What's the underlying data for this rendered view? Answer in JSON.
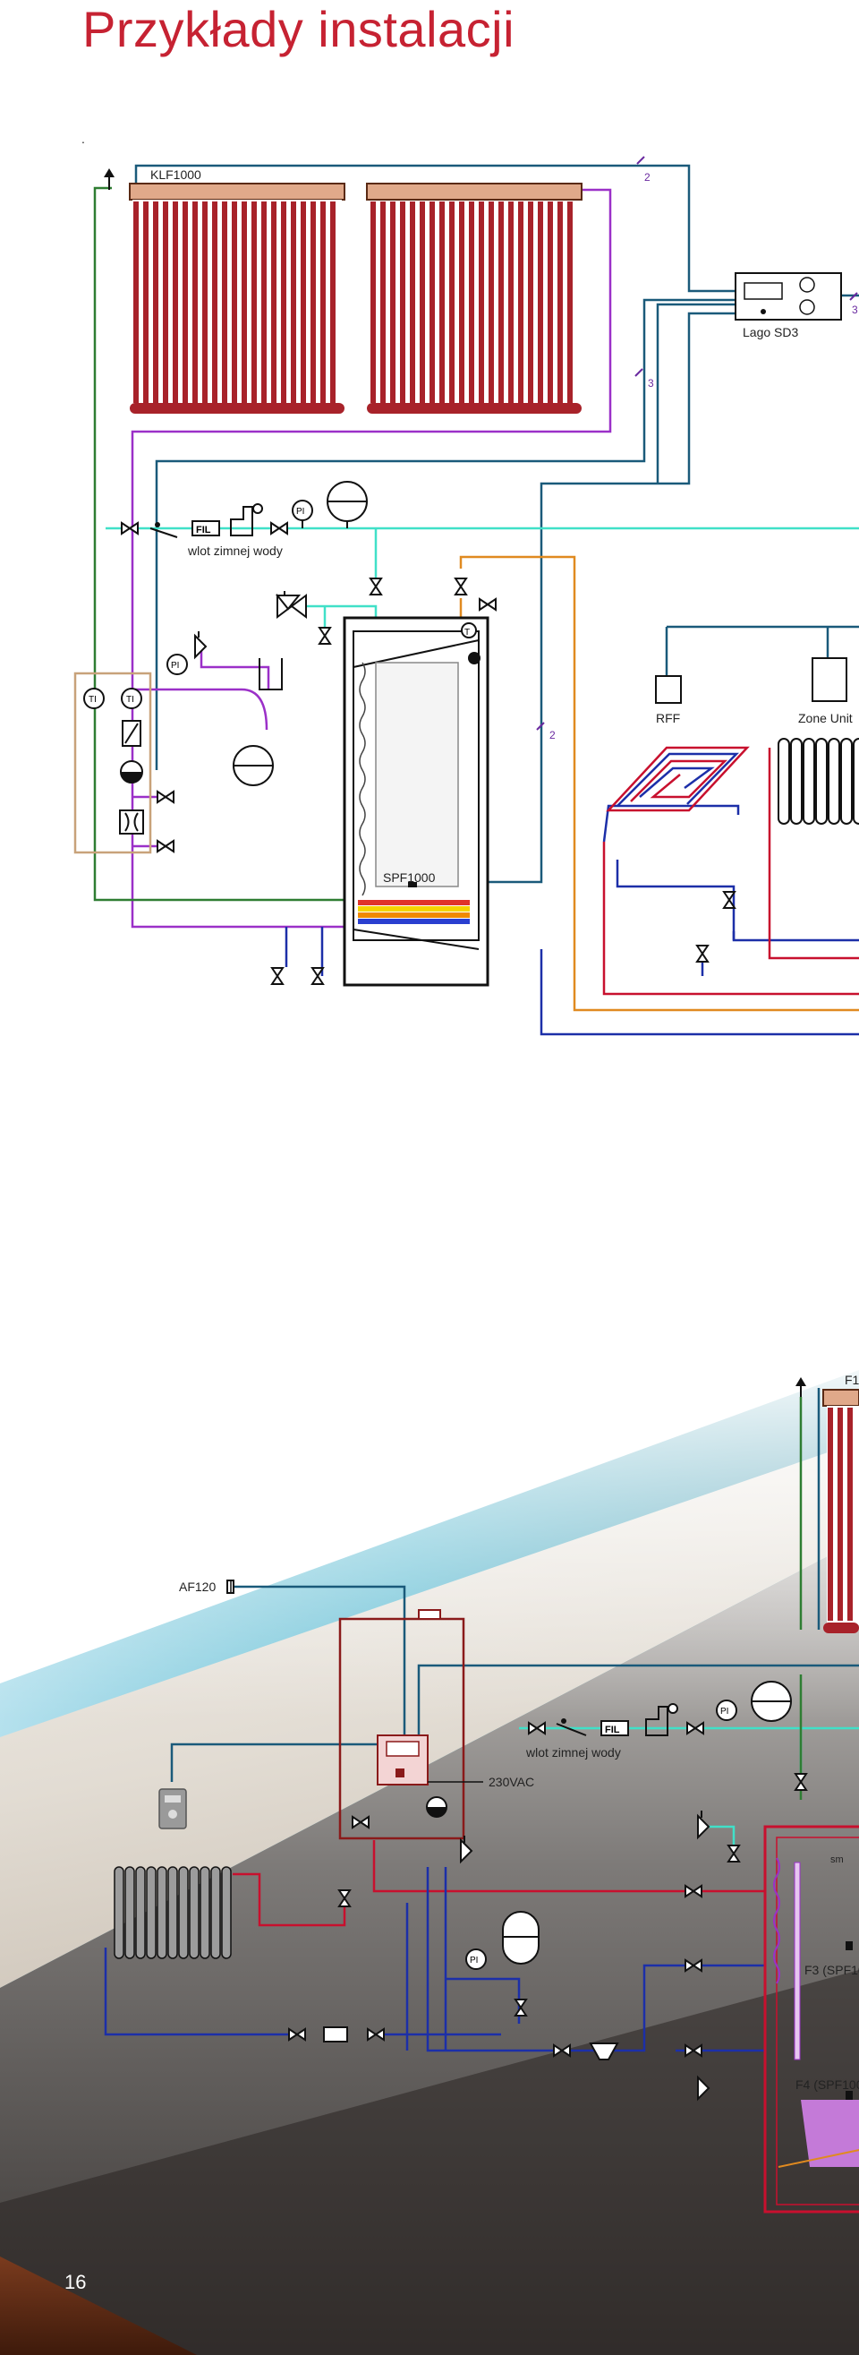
{
  "page": {
    "title": "Przykłady instalacji",
    "page_number": "16",
    "stray_mark": "."
  },
  "diagram1": {
    "collector": "KLF1000",
    "controller": "Lago SD3",
    "cold_water_inlet": "wlot zimnej wody",
    "tank": "SPF1000",
    "room_sensor": "RFF",
    "zone_unit": "Zone Unit",
    "wire_counts": [
      "2",
      "3",
      "3",
      "2"
    ],
    "pressure_gauge": "PI",
    "thermometer": "TI",
    "filter": "FIL",
    "thermostat": "T"
  },
  "diagram2": {
    "outdoor_sensor": "AF120",
    "voltage": "230VAC",
    "cold_water_inlet": "wlot zimnej wody",
    "collector_partial": "F1",
    "sensor_f3": "F3 (SPF10",
    "sensor_f4": "F4 (SPF100",
    "small_label": "sm",
    "pressure_gauge": "PI",
    "filter": "FIL"
  },
  "colors": {
    "title": "#c62232",
    "collector_tubes": "#a8222a",
    "pipe_blue": "#1a5a7a",
    "pipe_cyan": "#40e0c8",
    "pipe_purple": "#9b30c8",
    "pipe_green": "#2e7d32",
    "pipe_orange": "#e08a20",
    "pipe_red": "#c8102e",
    "pipe_navy": "#1c2fa8"
  }
}
